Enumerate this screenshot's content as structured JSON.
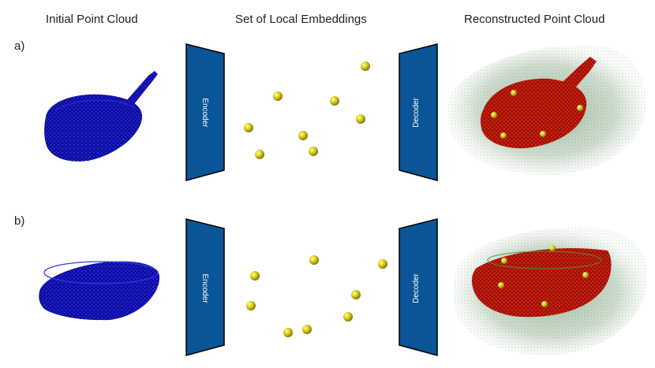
{
  "headers": {
    "initial": "Initial Point Cloud",
    "embeddings": "Set of Local Embeddings",
    "reconstructed": "Reconstructed Point Cloud"
  },
  "rows": [
    {
      "label": "a)",
      "encoder": "Encoder",
      "decoder": "Decoder",
      "object": "frying-pan"
    },
    {
      "label": "b)",
      "encoder": "Encoder",
      "decoder": "Decoder",
      "object": "bowl"
    }
  ],
  "colors": {
    "input_points": "#0a0ab4",
    "embedding_sphere": "#d4c81a",
    "network_block": "#0a5596",
    "reconstructed_points": "#c01a0a",
    "context_points": "#5a8a5a"
  }
}
